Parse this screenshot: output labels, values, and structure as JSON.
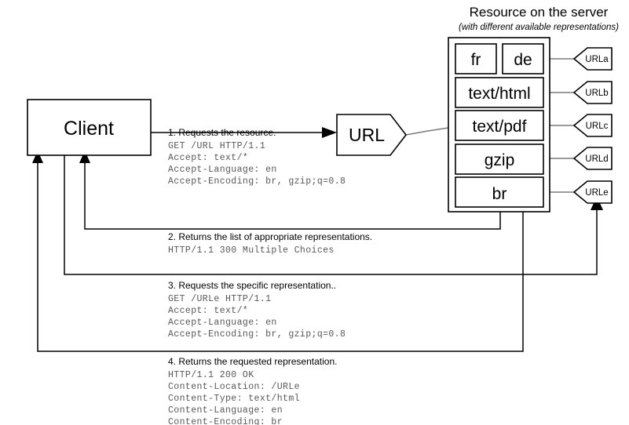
{
  "server": {
    "title": "Resource on the server",
    "subtitle": "(with different available representations)",
    "representations": [
      {
        "label": "fr"
      },
      {
        "label": "de"
      },
      {
        "label": "text/html"
      },
      {
        "label": "text/pdf"
      },
      {
        "label": "gzip"
      },
      {
        "label": "br"
      }
    ],
    "url_refs": [
      {
        "label": "URLa"
      },
      {
        "label": "URLb"
      },
      {
        "label": "URLc"
      },
      {
        "label": "URLd"
      },
      {
        "label": "URLe"
      }
    ]
  },
  "client": {
    "label": "Client"
  },
  "url_node": {
    "label": "URL"
  },
  "steps": [
    {
      "heading": "1. Requests the resource.",
      "lines": [
        "GET /URL HTTP/1.1",
        "Accept: text/*",
        "Accept-Language: en",
        "Accept-Encoding: br, gzip;q=0.8"
      ]
    },
    {
      "heading": "2. Returns the list of  appropriate representations.",
      "lines": [
        "HTTP/1.1 300 Multiple Choices"
      ]
    },
    {
      "heading": "3. Requests the specific representation..",
      "lines": [
        "GET /URLe HTTP/1.1",
        "Accept: text/*",
        "Accept-Language: en",
        "Accept-Encoding: br, gzip;q=0.8"
      ]
    },
    {
      "heading": "4. Returns the requested representation.",
      "lines": [
        "HTTP/1.1 200 OK",
        "Content-Location: /URLe",
        "Content-Type: text/html",
        "Content-Language: en",
        "Content-Encoding: br"
      ]
    }
  ],
  "colors": {
    "stroke": "#000000",
    "mono_text": "#585858",
    "background": "#ffffff"
  }
}
